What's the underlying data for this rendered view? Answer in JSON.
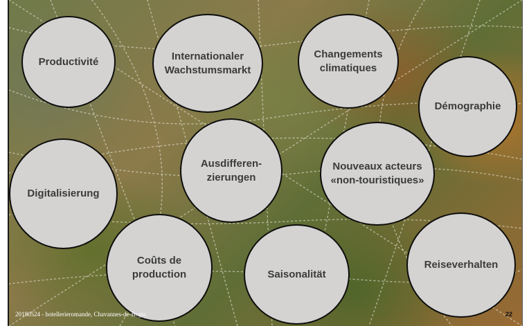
{
  "slide": {
    "bubbles": [
      {
        "id": "productivite",
        "label": "Productivité"
      },
      {
        "id": "internationaler",
        "label": "Internationaler\nWachstumsmarkt"
      },
      {
        "id": "changements",
        "label": "Changements\nclimatiques"
      },
      {
        "id": "demographie",
        "label": "Démographie"
      },
      {
        "id": "ausdifferenzierungen",
        "label": "Ausdifferen-\nzierungen"
      },
      {
        "id": "nouveaux",
        "label": "Nouveaux acteurs\n«non-touristiques»"
      },
      {
        "id": "digitalisierung",
        "label": "Digitalisierung"
      },
      {
        "id": "couts",
        "label": "Coûts de\nproduction"
      },
      {
        "id": "saisonalitat",
        "label": "Saisonalität"
      },
      {
        "id": "reiseverhalten",
        "label": "Reiseverhalten"
      }
    ],
    "footer": "20180524 - hotellerieromande, Chavannes-de-Bogis",
    "page_number": "22"
  },
  "colors": {
    "bubble_fill": "#d4d3d2",
    "bubble_text": "#3b3b3b",
    "bubble_border": "#0d0d0d"
  }
}
